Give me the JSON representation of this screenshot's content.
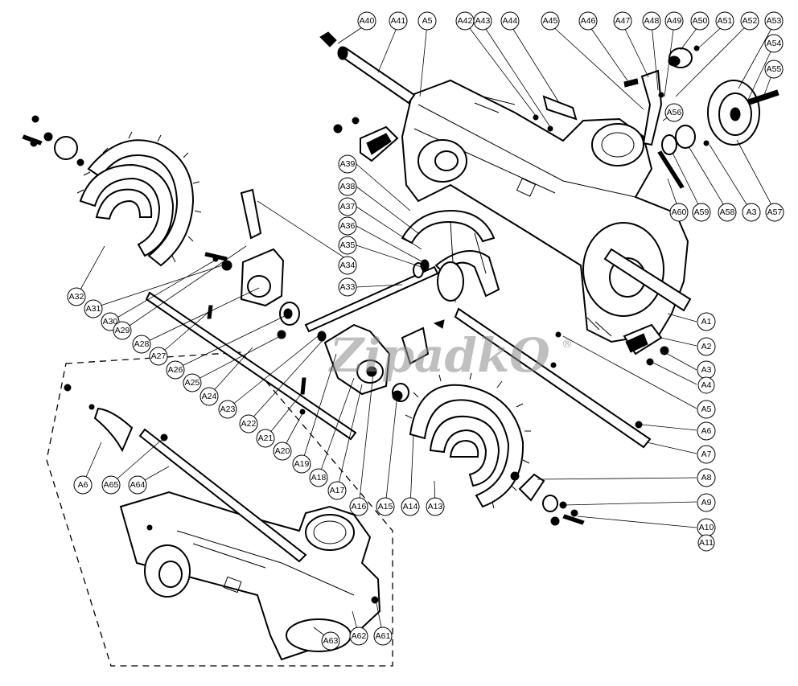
{
  "watermark": {
    "text": "ZipadkO",
    "mark": "®"
  },
  "callouts": {
    "A1": "A1",
    "A2": "A2",
    "A3": "A3",
    "A3b": "A3",
    "A4": "A4",
    "A5": "A5",
    "A5b": "A5",
    "A6": "A6",
    "A6b": "A6",
    "A7": "A7",
    "A8": "A8",
    "A9": "A9",
    "A10": "A10",
    "A11": "A11",
    "A13": "A13",
    "A14": "A14",
    "A15": "A15",
    "A16": "A16",
    "A17": "A17",
    "A18": "A18",
    "A19": "A19",
    "A20": "A20",
    "A21": "A21",
    "A22": "A22",
    "A23": "A23",
    "A24": "A24",
    "A25": "A25",
    "A26": "A26",
    "A27": "A27",
    "A28": "A28",
    "A29": "A29",
    "A30": "A30",
    "A31": "A31",
    "A32": "A32",
    "A33": "A33",
    "A34": "A34",
    "A35": "A35",
    "A36": "A36",
    "A37": "A37",
    "A38": "A38",
    "A39": "A39",
    "A40": "A40",
    "A41": "A41",
    "A42": "A42",
    "A43": "A43",
    "A44": "A44",
    "A45": "A45",
    "A46": "A46",
    "A47": "A47",
    "A48": "A48",
    "A49": "A49",
    "A50": "A50",
    "A51": "A51",
    "A52": "A52",
    "A53": "A53",
    "A54": "A54",
    "A55": "A55",
    "A56": "A56",
    "A57": "A57",
    "A58": "A58",
    "A59": "A59",
    "A60": "A60",
    "A61": "A61",
    "A62": "A62",
    "A63": "A63",
    "A64": "A64",
    "A65": "A65"
  }
}
